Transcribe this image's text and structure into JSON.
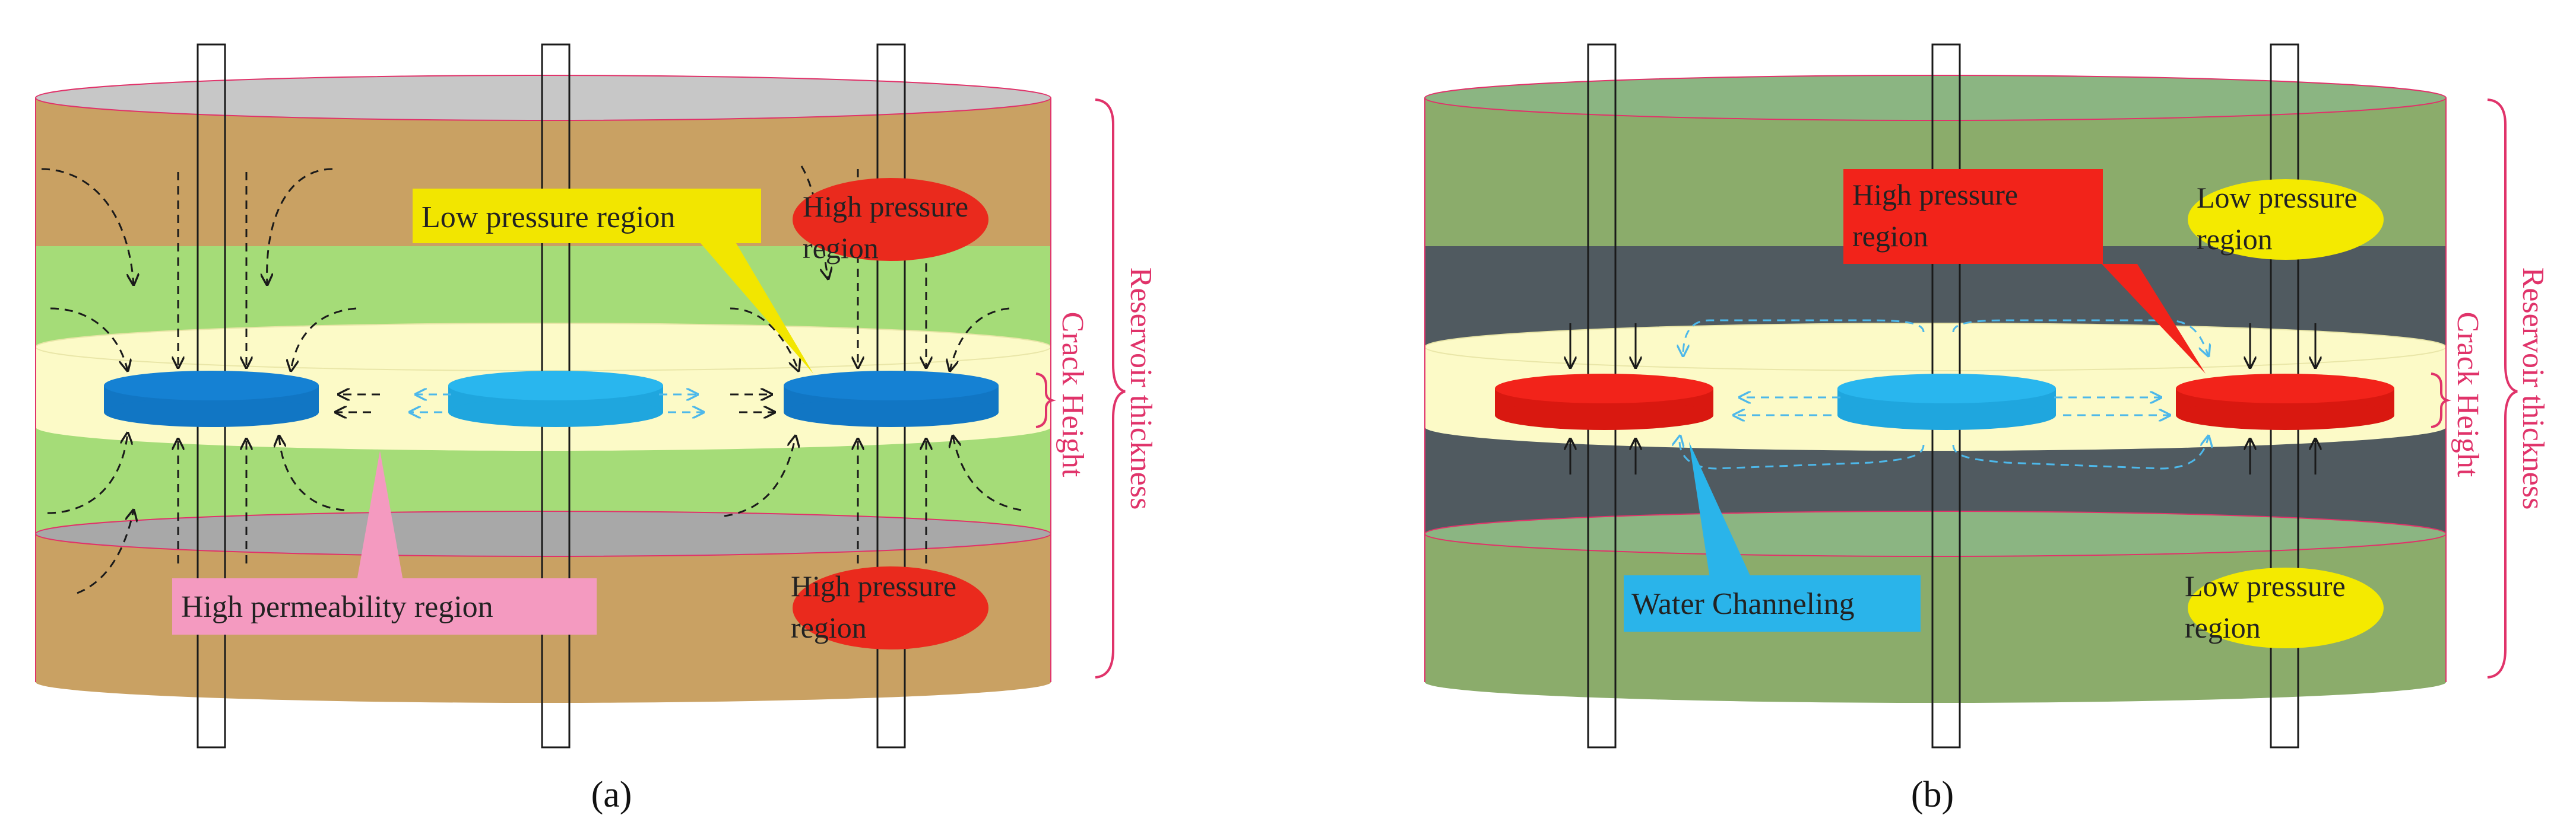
{
  "panels": [
    {
      "id": "a",
      "caption": "(a)",
      "colors": {
        "outer": "#c9a163",
        "layer": "#a5dc78",
        "crack": "#fcfac7",
        "disk_end": "#1581d3",
        "disk_center": "#29b6ee",
        "arrow_solid": "#1a1a1a",
        "arrow_blue": "#4db8ea"
      },
      "labels": {
        "low_pressure": "Low pressure region",
        "high_pressure_top_1": "High pressure",
        "high_pressure_top_2": "region",
        "high_pressure_bottom_1": "High pressure",
        "high_pressure_bottom_2": "region",
        "callout": "High permeability region",
        "reservoir_thickness": "Reservoir thickness",
        "crack_height": "Crack Height"
      }
    },
    {
      "id": "b",
      "caption": "(b)",
      "colors": {
        "outer": "#8bac6b",
        "layer": "#505a60",
        "crack": "#fcfac7",
        "disk_end": "#f2231a",
        "disk_center": "#29b6ee",
        "arrow_solid": "#1a1a1a",
        "arrow_blue": "#4db8ea"
      },
      "labels": {
        "high_pressure_1": "High pressure",
        "high_pressure_2": "region",
        "low_pressure_top_1": "Low pressure",
        "low_pressure_top_2": "region",
        "low_pressure_bottom_1": "Low pressure",
        "low_pressure_bottom_2": "region",
        "callout": "Water Channeling",
        "reservoir_thickness": "Reservoir thickness",
        "crack_height": "Crack Height"
      }
    }
  ],
  "annotation_color": "#e0336a"
}
